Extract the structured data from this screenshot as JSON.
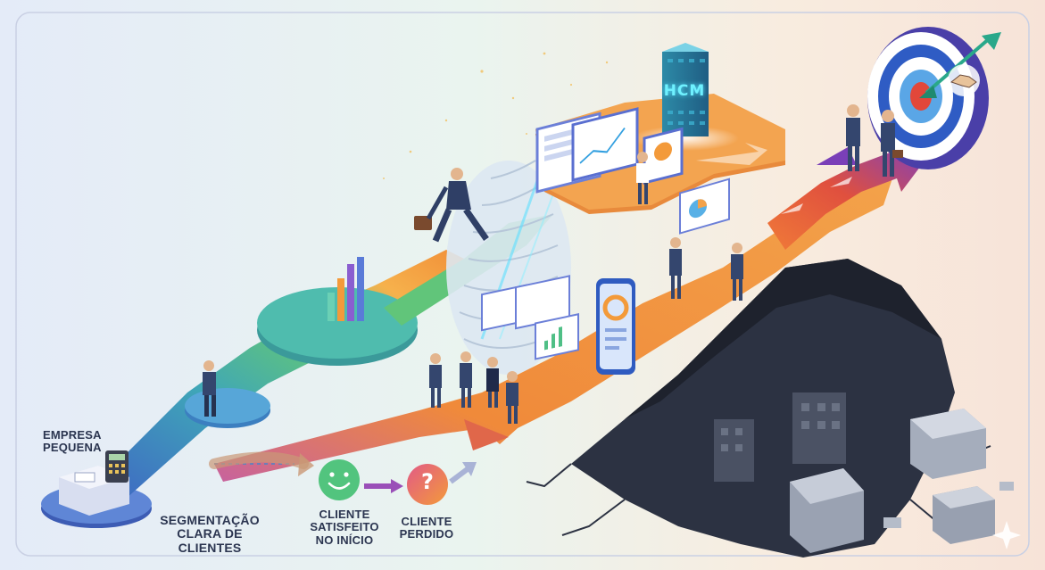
{
  "labels": {
    "empresa": [
      "EMPRESA",
      "PEQUENA"
    ],
    "segmentacao": [
      "SEGMENTAÇÃO",
      "CLARA DE CLIENTES"
    ],
    "satisfeito": [
      "CLIENTE",
      "SATISFEITO",
      "NO INÍCIO"
    ],
    "perdido": [
      "CLIENTE",
      "PERDIDO"
    ]
  },
  "tower_text": "HCM",
  "question_glyph": "?",
  "icons": {
    "smile": "smiley-face-icon",
    "question": "question-mark-icon",
    "target": "bullseye-target-icon",
    "handshake": "handshake-icon",
    "calculator": "calculator-icon"
  },
  "colors": {
    "path_start": "#3f66c4",
    "path_mid": "#3fb8a0",
    "path_green": "#61c57a",
    "path_orange": "#f0903a",
    "arrow_purple": "#8a3fb8",
    "arrow_red": "#e0503e",
    "abyss": "#2c3242",
    "smile_green": "#52c47e",
    "question_gradient_a": "#e25a86",
    "question_gradient_b": "#f39a3a",
    "target_blue": "#2f5cc4",
    "target_red": "#e2473a"
  }
}
